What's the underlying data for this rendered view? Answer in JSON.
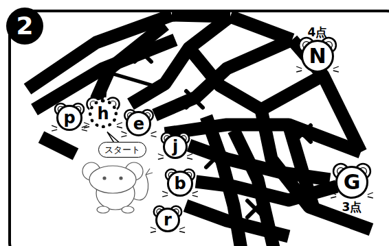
{
  "diagram": {
    "nodes": [
      {
        "text": [
          "2"
        ]
      },
      {
        "text": [
          "4点",
          "N"
        ]
      },
      {
        "text": [
          "p"
        ]
      },
      {
        "text": [
          "h"
        ]
      },
      {
        "text": [
          "e"
        ]
      },
      {
        "text": [
          "スタート"
        ]
      },
      {
        "text": [
          "j"
        ]
      },
      {
        "text": [
          "b"
        ]
      },
      {
        "text": [
          "G",
          "3点"
        ]
      },
      {
        "text": [
          "r"
        ]
      }
    ]
  }
}
